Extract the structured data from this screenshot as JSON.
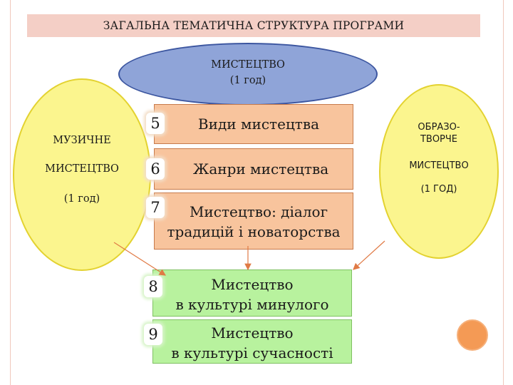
{
  "title": "ЗАГАЛЬНА ТЕМАТИЧНА СТРУКТУРА ПРОГРАМИ",
  "top": {
    "line1": "МИСТЕЦТВО",
    "line2": "(1 год)"
  },
  "left": {
    "line1": "МУЗИЧНЕ",
    "line2": "МИСТЕЦТВО",
    "line3": "(1 год)"
  },
  "right": {
    "line1": "ОБРАЗО-",
    "line2": "ТВОРЧЕ",
    "line3": "МИСТЕЦТВО",
    "line4": "(1 ГОД)"
  },
  "topics": [
    {
      "number": "5",
      "line1": "Види мистецтва",
      "line2": ""
    },
    {
      "number": "6",
      "line1": "Жанри мистецтва",
      "line2": ""
    },
    {
      "number": "7",
      "line1": "Мистецтво: діалог",
      "line2": "традицій і новаторства"
    },
    {
      "number": "8",
      "line1": "Мистецтво",
      "line2": "в культурі минулого"
    },
    {
      "number": "9",
      "line1": "Мистецтво",
      "line2": "в культурі сучасності"
    }
  ],
  "colors": {
    "title_bg": "#f4cfc6",
    "top_ellipse": "#8fa4d8",
    "side_ellipse": "#fbf58e",
    "orange_box": "#f8c49d",
    "green_box": "#b8f29e",
    "arrow": "#e07a45"
  }
}
